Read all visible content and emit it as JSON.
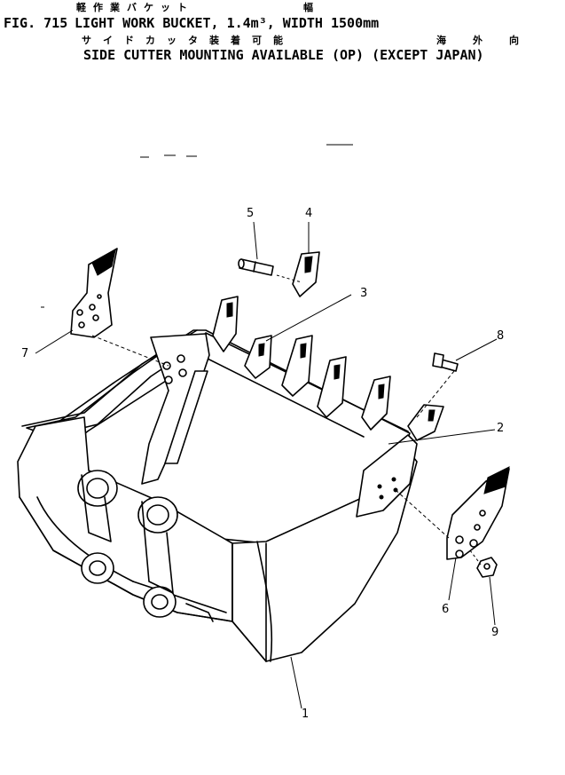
{
  "header": {
    "fig_label": "FIG. 715",
    "title_line1": "LIGHT WORK BUCKET, 1.4m³, WIDTH 1500mm",
    "title_line2": "SIDE CUTTER MOUNTING AVAILABLE (OP) (EXCEPT JAPAN)",
    "jp_line1": "軽作業バケット",
    "jp_width": "幅",
    "jp_line2": "サイドカッタ装着可能",
    "jp_except": "海外向"
  },
  "callouts": [
    "1",
    "2",
    "3",
    "4",
    "5",
    "6",
    "7",
    "8",
    "9"
  ]
}
